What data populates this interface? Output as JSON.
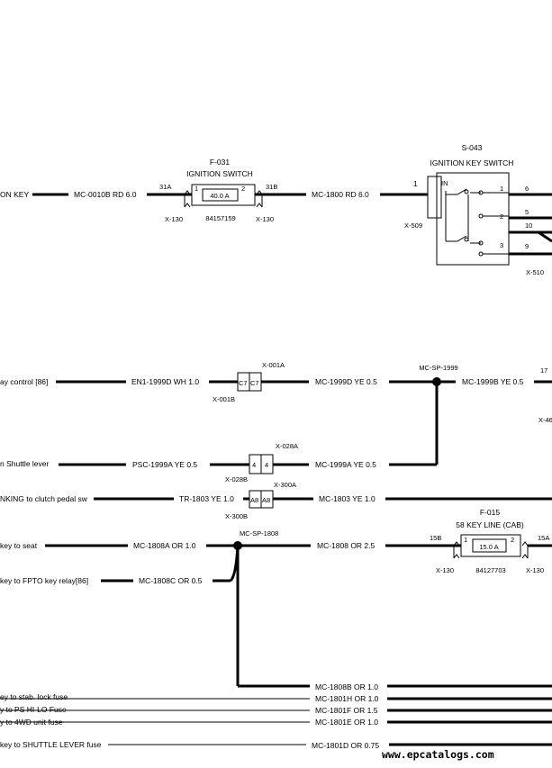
{
  "top": {
    "ignition_key_label": "ON KEY",
    "wire_0010b": "MC-0010B RD 6.0",
    "fuse_f031": {
      "name": "F-031",
      "title": "IGNITION SWITCH",
      "rating": "40.0 A",
      "part_number": "84157159",
      "pin_left": "1",
      "pin_right": "2",
      "term_left": "31A",
      "term_right": "31B",
      "conn_left": "X-130",
      "conn_right": "X-130"
    },
    "wire_1800": "MC-1800 RD 6.0",
    "switch_s043": {
      "name": "S-043",
      "title": "IGNITION KEY SWITCH",
      "in_label": "IN",
      "pin_in": "1",
      "conn_in": "X-509",
      "pins_inner": [
        "1",
        "2",
        "3"
      ],
      "pins_outer": [
        "6",
        "5",
        "10",
        "9"
      ],
      "conn_out": "X-510"
    }
  },
  "middle": {
    "relay_control_label": "ay control [86]",
    "wire_en1": "EN1-1999D WH 1.0",
    "conn_c7": {
      "pin": "C7",
      "top": "X-001A",
      "bottom": "X-001B"
    },
    "wire_1999d": "MC-1999D YE 0.5",
    "splice_1999": "MC-SP-1999",
    "wire_1999b": "MC-1999B YE 0.5",
    "right_pin": "17",
    "right_conn": "X-46",
    "shuttle_label": "n Shuttle lever",
    "wire_psc": "PSC-1999A YE 0.5",
    "conn_4": {
      "pin": "4",
      "top": "X-028A",
      "bottom": "X-028B",
      "right_bottom": "X-300A"
    },
    "wire_1999a": "MC-1999A YE 0.5",
    "clutch_label": "NKING to clutch pedal sw",
    "wire_tr1803": "TR-1803 YE 1.0",
    "conn_a8": {
      "pin": "A8",
      "bottom": "X-300B"
    },
    "wire_1803": "MC-1803 YE 1.0"
  },
  "lower": {
    "seat_label": "key to seat",
    "wire_1808a": "MC-1808A OR 1.0",
    "splice_1808": "MC-SP-1808",
    "wire_1808": "MC-1808 OR 2.5",
    "fuse_f015": {
      "name": "F-015",
      "title": "58 KEY LINE (CAB)",
      "rating": "15.0 A",
      "part_number": "84127703",
      "pin_left": "1",
      "pin_right": "2",
      "term_left": "15B",
      "term_right": "15A",
      "conn_left": "X-130",
      "conn_right": "X-130"
    },
    "fpto_label": "key to FPTO key relay[86]",
    "wire_1808c": "MC-1808C OR 0.5",
    "wire_1808b": "MC-1808B OR 1.0",
    "bus": [
      {
        "left": "ey to stab. lock fuse",
        "wire": "MC-1801H OR 1.0"
      },
      {
        "left": "y to PS HI-LO Fuse",
        "wire": "MC-1801F OR 1.5"
      },
      {
        "left": "y to 4WD unit fuse",
        "wire": "MC-1801E OR 1.0"
      },
      {
        "left": "key to SHUTTLE LEVER fuse",
        "wire": "MC-1801D OR 0.75"
      }
    ]
  },
  "watermark": "www.epcatalogs.com"
}
